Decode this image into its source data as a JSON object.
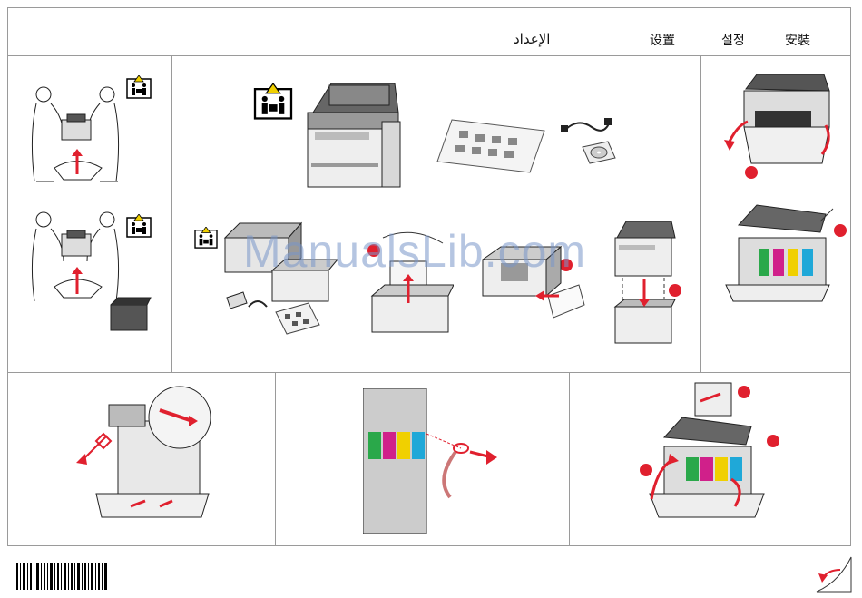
{
  "header": {
    "arabic_label": "الإعداد",
    "chinese_simplified_label": "设置",
    "korean_label": "설정",
    "chinese_traditional_label": "安裝"
  },
  "watermark": {
    "text": "ManualsLib.com"
  },
  "colors": {
    "accent_red": "#e0202e",
    "frame_gray": "#9a9a9a",
    "toner_green": "#2aa84a",
    "toner_magenta": "#d0208a",
    "toner_yellow": "#f0d000",
    "toner_cyan": "#1fa8d8"
  },
  "icons": [
    "heavy-lift-warning-icon",
    "page-curl-icon",
    "barcode"
  ]
}
